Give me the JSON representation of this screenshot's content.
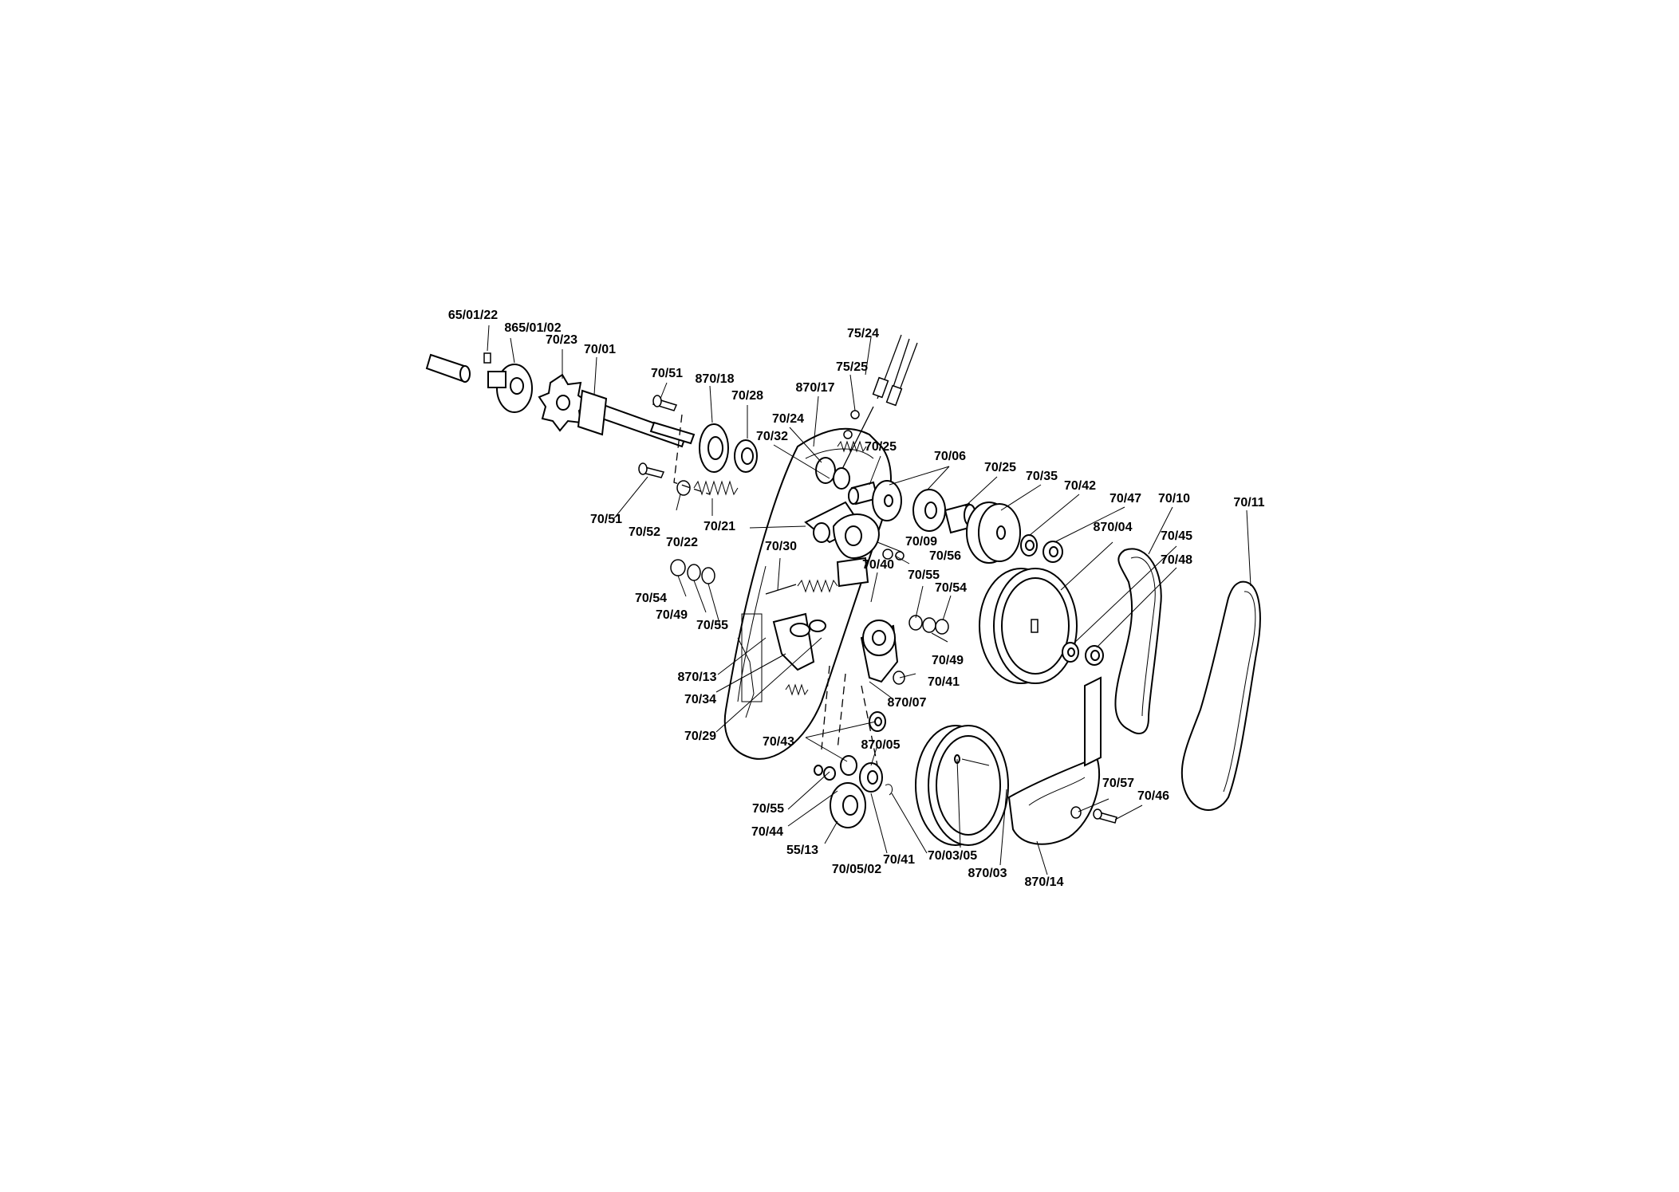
{
  "diagram": {
    "labels": {
      "65_01_22": "65/01/22",
      "865_01_02": "865/01/02",
      "70_23": "70/23",
      "70_01": "70/01",
      "70_51_top": "70/51",
      "870_18": "870/18",
      "70_28": "70/28",
      "870_17": "870/17",
      "75_25": "75/25",
      "75_24": "75/24",
      "70_24": "70/24",
      "70_32": "70/32",
      "70_25_left": "70/25",
      "70_06": "70/06",
      "70_25_right": "70/25",
      "70_35": "70/35",
      "70_42": "70/42",
      "70_47": "70/47",
      "70_10": "70/10",
      "70_11": "70/11",
      "70_51_bottom": "70/51",
      "70_52": "70/52",
      "70_22": "70/22",
      "70_21": "70/21",
      "70_09": "70/09",
      "70_56": "70/56",
      "870_04": "870/04",
      "70_45": "70/45",
      "70_48": "70/48",
      "70_30": "70/30",
      "70_40": "70/40",
      "70_55_mid": "70/55",
      "70_54_mid": "70/54",
      "70_54_left": "70/54",
      "70_49_left": "70/49",
      "70_55_left": "70/55",
      "70_49_mid": "70/49",
      "870_13": "870/13",
      "70_41_mid": "70/41",
      "70_34": "70/34",
      "870_07": "870/07",
      "70_29": "70/29",
      "70_43": "70/43",
      "870_05": "870/05",
      "70_57": "70/57",
      "70_46": "70/46",
      "70_55_bottom": "70/55",
      "70_44": "70/44",
      "55_13": "55/13",
      "70_05_02": "70/05/02",
      "70_41_bottom": "70/41",
      "70_03_05": "70/03/05",
      "870_03": "870/03",
      "870_14": "870/14"
    }
  }
}
